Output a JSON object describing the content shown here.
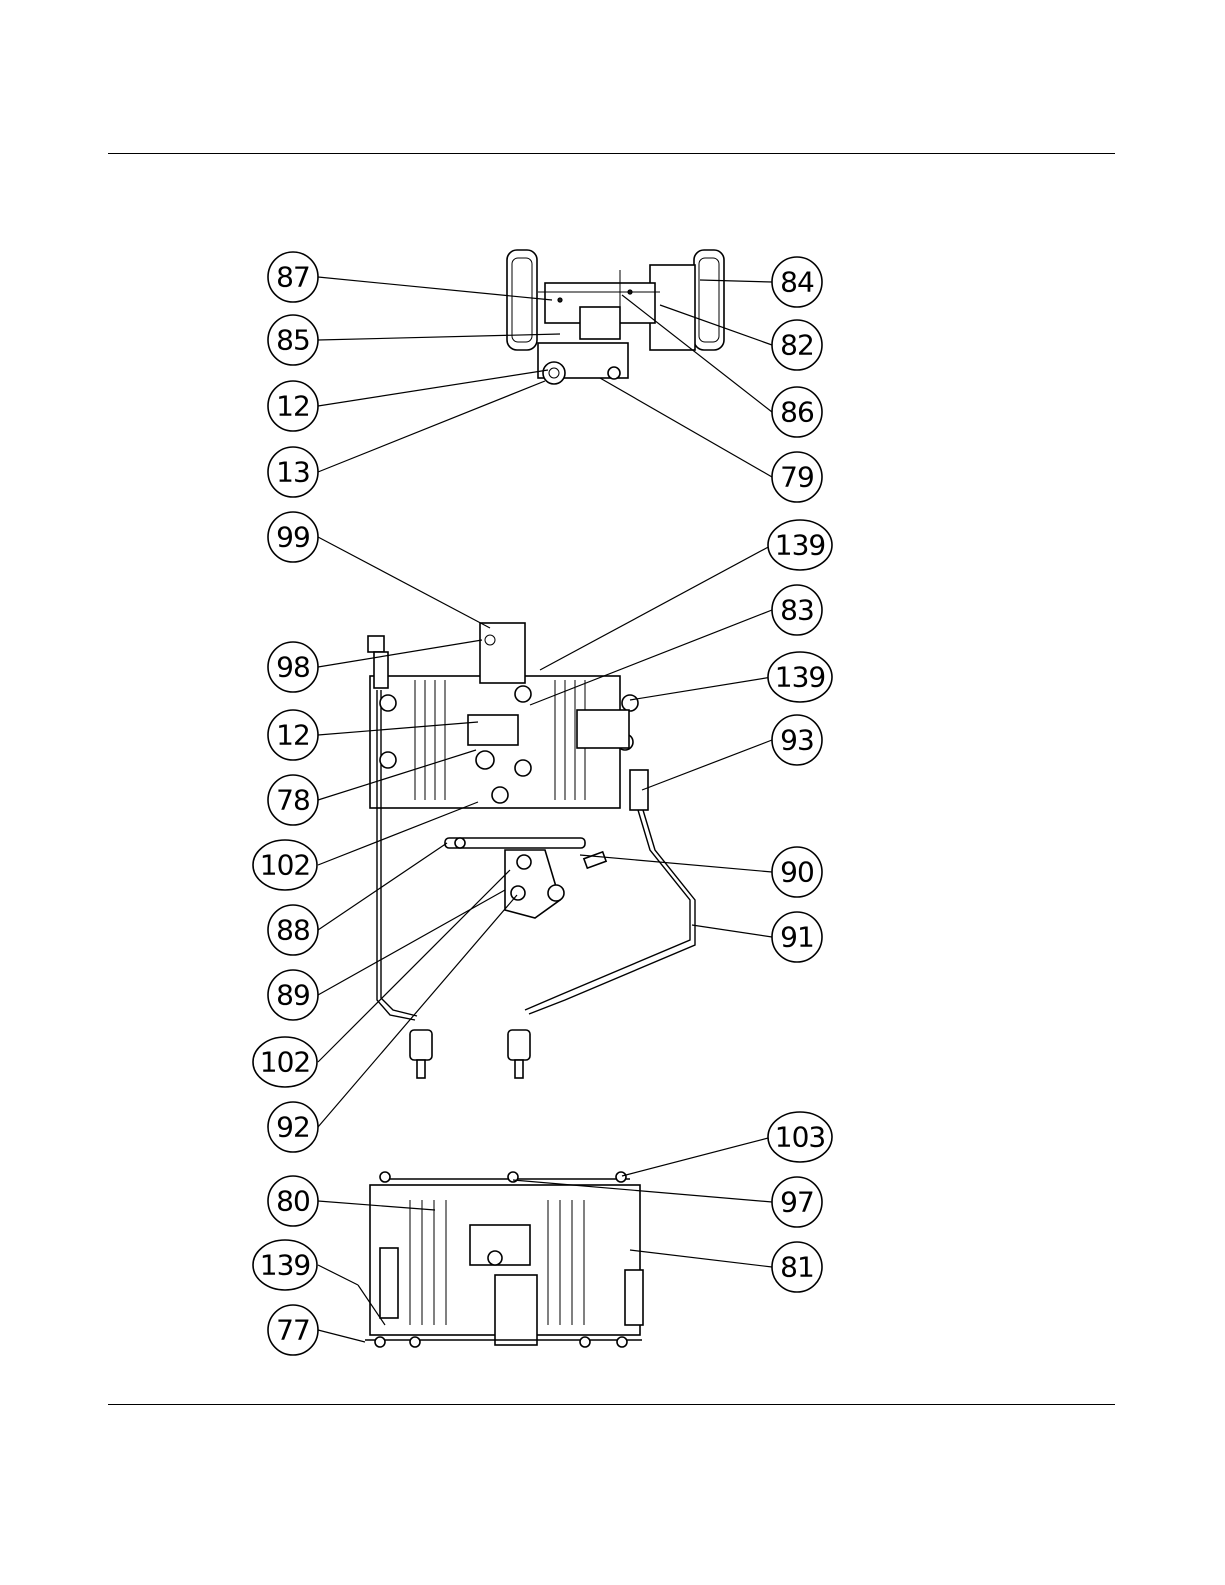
{
  "callouts": [
    {
      "id": "87"
    },
    {
      "id": "85"
    },
    {
      "id": "12"
    },
    {
      "id": "13"
    },
    {
      "id": "84"
    },
    {
      "id": "82"
    },
    {
      "id": "86"
    },
    {
      "id": "79"
    },
    {
      "id": "99"
    },
    {
      "id": "98"
    },
    {
      "id": "12"
    },
    {
      "id": "78"
    },
    {
      "id": "102"
    },
    {
      "id": "88"
    },
    {
      "id": "89"
    },
    {
      "id": "102"
    },
    {
      "id": "92"
    },
    {
      "id": "139"
    },
    {
      "id": "83"
    },
    {
      "id": "139"
    },
    {
      "id": "93"
    },
    {
      "id": "90"
    },
    {
      "id": "91"
    },
    {
      "id": "80"
    },
    {
      "id": "139"
    },
    {
      "id": "77"
    },
    {
      "id": "103"
    },
    {
      "id": "97"
    },
    {
      "id": "81"
    }
  ]
}
